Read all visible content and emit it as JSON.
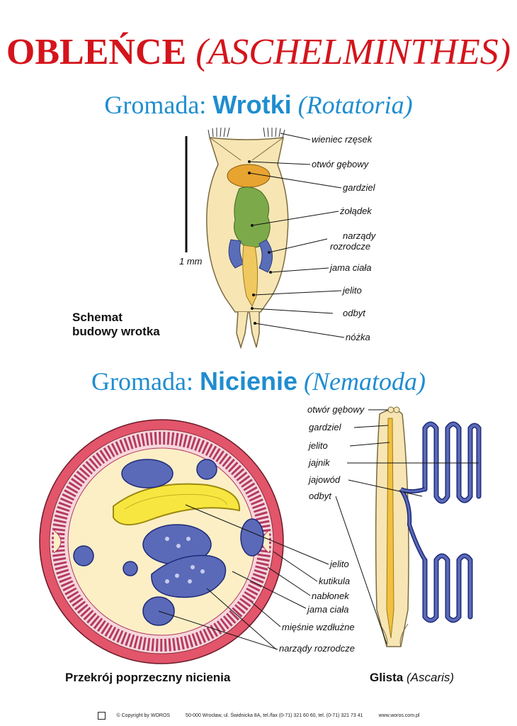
{
  "title": {
    "main": "OBLEŃCE",
    "latin": "(ASCHELMINTHES)"
  },
  "rotifer": {
    "heading_prefix": "Gromada:",
    "heading_name": "Wrotki",
    "heading_latin": "(Rotatoria)",
    "caption_line1": "Schemat",
    "caption_line2": "budowy wrotka",
    "scale": "1 mm",
    "labels": [
      "wieniec rzęsek",
      "otwór gębowy",
      "gardziel",
      "żołądek",
      "narządy",
      "rozrodcze",
      "jama ciała",
      "jelito",
      "odbyt",
      "nóżka"
    ]
  },
  "nematode": {
    "heading_prefix": "Gromada:",
    "heading_name": "Nicienie",
    "heading_latin": "(Nematoda)",
    "cross_caption": "Przekrój poprzeczny nicienia",
    "cross_labels": [
      "jelito",
      "kutikula",
      "nabłonek",
      "jama ciała",
      "mięśnie wzdłużne",
      "narządy rozrodcze"
    ],
    "worm_caption": "Glista",
    "worm_latin": "(Ascaris)",
    "worm_labels": [
      "otwór gębowy",
      "gardziel",
      "jelito",
      "jajnik",
      "jajowód",
      "odbyt"
    ]
  },
  "footer": {
    "copyright": "© Copyright by WOROS",
    "address": "50-000 Wrocław, ul. Świdnicka 8A, tel./fax (0-71) 321 60 60, tel. (0-71) 321 73 41",
    "website": "www.woros.com.pl"
  },
  "colors": {
    "title": "#d4141c",
    "heading": "#1f8dd0"
  }
}
